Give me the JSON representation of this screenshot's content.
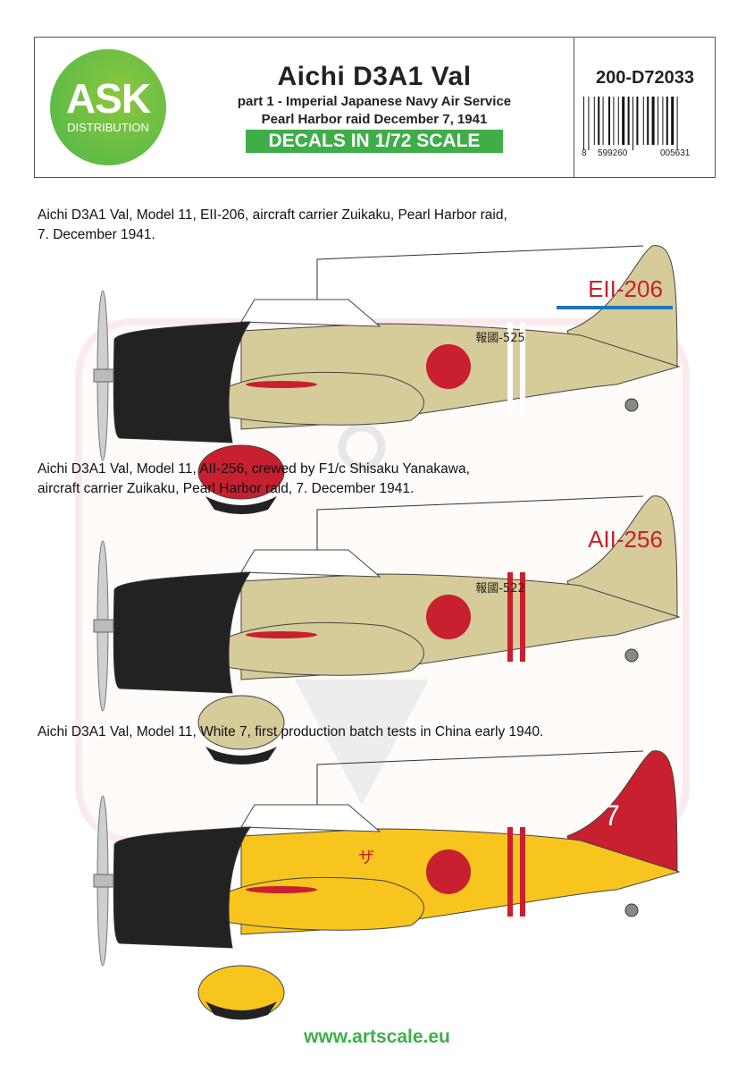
{
  "header": {
    "logo": {
      "main": "ASK",
      "sub": "DISTRIBUTION"
    },
    "title": "Aichi  D3A1 Val",
    "subtitle1": "part 1 - Imperial Japanese Navy Air Service",
    "subtitle2": "Pearl Harbor raid December 7, 1941",
    "scale_badge": "DECALS IN 1/72 SCALE",
    "product_code": "200-D72033",
    "barcode_digits": [
      "8",
      "599260",
      "005631"
    ]
  },
  "profiles": [
    {
      "caption": [
        "Aichi D3A1 Val, Model 11, EII-206, aircraft carrier Zuikaku, Pearl Harbor raid,",
        "7. December 1941."
      ],
      "tail_code": "EII-206",
      "fuselage_text": "報國-525",
      "body_color": "#d6cc9a",
      "tail_color": "#d6cc9a",
      "bomb_color": "#c8202e",
      "stripe_color": "#ffffff",
      "tail_stripe": "#1e73be"
    },
    {
      "caption": [
        "Aichi D3A1 Val, Model 11, AII-256, crewed by F1/c Shisaku Yanakawa,",
        "aircraft carrier Zuikaku, Pearl Harbor raid, 7. December 1941."
      ],
      "tail_code": "AII-256",
      "fuselage_text": "報國-522",
      "body_color": "#d6cc9a",
      "tail_color": "#d6cc9a",
      "bomb_color": "#d6cc9a",
      "stripe_color": "#c8202e",
      "tail_stripe": ""
    },
    {
      "caption": [
        "Aichi D3A1 Val, Model 11, White 7, first production batch tests in China early 1940."
      ],
      "tail_code": "7",
      "fuselage_text": "ザ",
      "body_color": "#f7c51e",
      "tail_color": "#c8202e",
      "bomb_color": "#f7c51e",
      "stripe_color": "#c8202e",
      "tail_stripe": ""
    }
  ],
  "colors": {
    "accent_green": "#3fae49",
    "hinomaru": "#c8202e",
    "cowling": "#222222"
  },
  "footer": {
    "website": "www.artscale.eu"
  }
}
